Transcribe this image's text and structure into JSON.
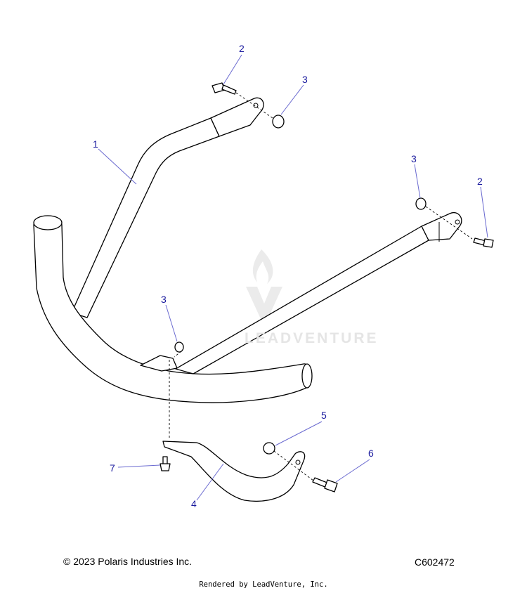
{
  "diagram": {
    "callouts": [
      {
        "id": "callout-2-top",
        "label": "2"
      },
      {
        "id": "callout-3-top",
        "label": "3"
      },
      {
        "id": "callout-1",
        "label": "1"
      },
      {
        "id": "callout-3-right",
        "label": "3"
      },
      {
        "id": "callout-2-right",
        "label": "2"
      },
      {
        "id": "callout-3-middle",
        "label": "3"
      },
      {
        "id": "callout-5",
        "label": "5"
      },
      {
        "id": "callout-6",
        "label": "6"
      },
      {
        "id": "callout-7",
        "label": "7"
      },
      {
        "id": "callout-4",
        "label": "4"
      }
    ],
    "watermark": "LEADVENTURE"
  },
  "footer": {
    "copyright": "© 2023 Polaris Industries Inc.",
    "diagram_code": "C602472",
    "rendered_by": "Rendered by LeadVenture, Inc."
  }
}
